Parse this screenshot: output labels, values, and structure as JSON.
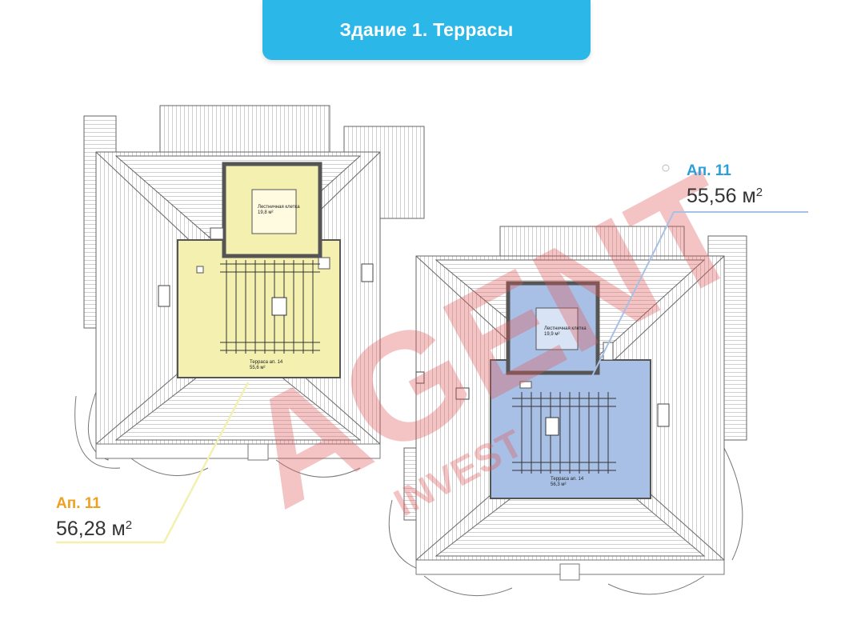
{
  "header": {
    "title": "Здание 1. Террасы"
  },
  "callouts": {
    "right": {
      "apartment": "Ап. 11",
      "area": "55,56 м",
      "unit_sup": "2",
      "color": "#2a9fd8"
    },
    "left": {
      "apartment": "Ап. 11",
      "area": "56,28 м",
      "unit_sup": "2",
      "color": "#f0a020"
    }
  },
  "plan_left": {
    "stair_label": "Лестничная клетка",
    "stair_area": "19,8 м²",
    "terrace_label": "Терраса ап. 14",
    "terrace_area": "55,6 м²",
    "fill_color": "#f3f0b0"
  },
  "plan_right": {
    "stair_label": "Лестничная клетка",
    "stair_area": "19,9 м²",
    "terrace_label": "Терраса ап. 14",
    "terrace_area": "56,3 м²",
    "fill_color": "#a8c0e6"
  },
  "watermark": {
    "main": "AGENT",
    "sub": "INVEST",
    "color": "#e05a5a"
  }
}
